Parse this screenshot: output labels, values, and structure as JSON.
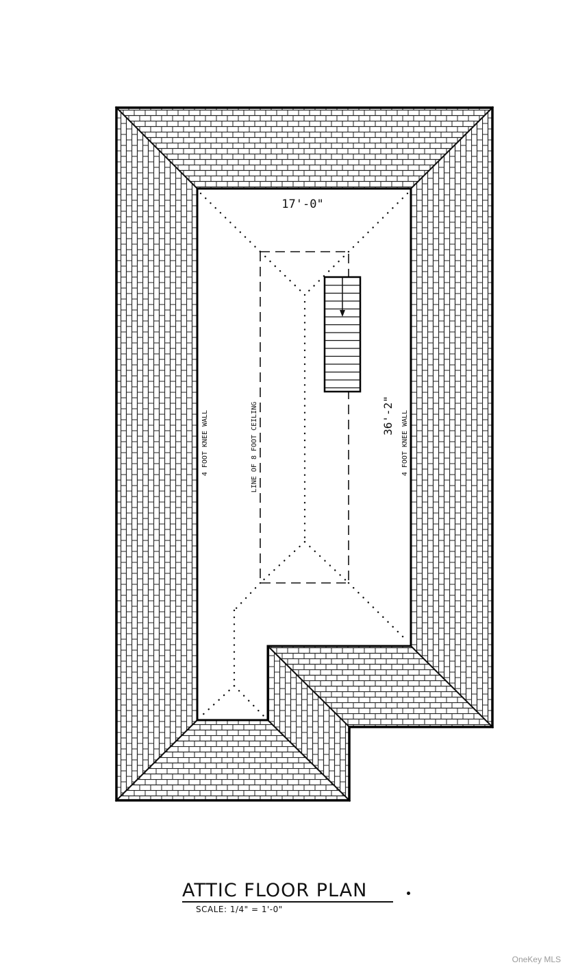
{
  "plan": {
    "dimension_top": "17'-0\"",
    "dimension_side": "36'-2\"",
    "left_wall_label": "4 FOOT KNEE WALL",
    "right_wall_label": "4 FOOT KNEE WALL",
    "ceiling_label": "LINE OF 8 FOOT CEILING"
  },
  "title": "ATTIC FLOOR PLAN",
  "scale": "SCALE: 1/4\" = 1'-0\"",
  "watermark": "OneKey MLS"
}
